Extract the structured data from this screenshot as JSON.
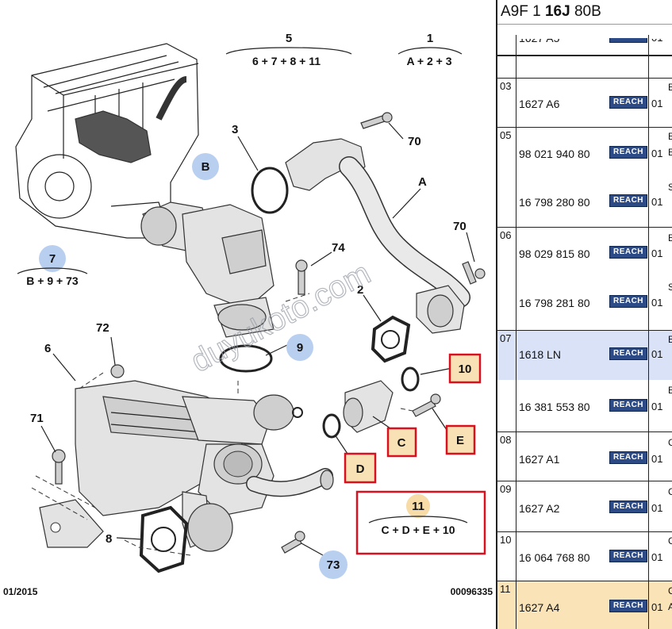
{
  "diagram": {
    "watermark": "duyukoto.com",
    "footer_date": "01/2015",
    "footer_ref": "00096335",
    "groups": [
      {
        "number": "5",
        "formula": "6 + 7 + 8 + 11"
      },
      {
        "number": "1",
        "formula": "A + 2 + 3"
      },
      {
        "number": "7",
        "formula": "B + 9 + 73"
      },
      {
        "number": "11",
        "formula": "C + D + E + 10"
      }
    ],
    "callouts": {
      "n3": "3",
      "n70a": "70",
      "nA": "A",
      "nB": "B",
      "n70b": "70",
      "n74": "74",
      "n2": "2",
      "n9": "9",
      "n72": "72",
      "n6": "6",
      "n10": "10",
      "n71": "71",
      "nC": "C",
      "nE": "E",
      "nD": "D",
      "n8": "8",
      "n73": "73"
    }
  },
  "panel": {
    "header_prefix": "A9F 1 ",
    "header_bold": "16J",
    "header_suffix": " 80B",
    "top_partial": {
      "pn": "1627 A5",
      "qty": "01"
    },
    "rows": [
      {
        "idx": "03",
        "items": [
          {
            "pn": "1627 A6",
            "qty": "01",
            "desc": "E"
          }
        ]
      },
      {
        "idx": "05",
        "items": [
          {
            "pn": "98 021 940 80",
            "qty": "01",
            "desc": "E",
            "desc2": "E"
          },
          {
            "pn": "16 798 280 80",
            "qty": "01",
            "desc": "S"
          }
        ]
      },
      {
        "idx": "06",
        "items": [
          {
            "pn": "98 029 815 80",
            "qty": "01",
            "desc": "E"
          },
          {
            "pn": "16 798 281 80",
            "qty": "01",
            "desc": "S"
          }
        ]
      },
      {
        "idx": "07",
        "items": [
          {
            "pn": "1618 LN",
            "qty": "01",
            "desc": "E"
          },
          {
            "pn": "16 381 553 80",
            "qty": "01",
            "desc": "E"
          }
        ]
      },
      {
        "idx": "08",
        "items": [
          {
            "pn": "1627 A1",
            "qty": "01",
            "desc": "C"
          }
        ]
      },
      {
        "idx": "09",
        "items": [
          {
            "pn": "1627 A2",
            "qty": "01",
            "desc": "C"
          }
        ]
      },
      {
        "idx": "10",
        "items": [
          {
            "pn": "16 064 768 80",
            "qty": "01",
            "desc": "C"
          }
        ]
      },
      {
        "idx": "11",
        "items": [
          {
            "pn": "1627 A4",
            "qty": "01",
            "desc": "C",
            "desc2": "A"
          }
        ]
      }
    ],
    "reach_label": "REACH"
  },
  "colors": {
    "callout_blue": "#b9cff0",
    "callout_orange": "#f7dca8",
    "red_frame": "#d9101f",
    "row_highlight_blue": "#d9e2f7",
    "row_highlight_orange": "#fbe3b8",
    "reach_badge": "#2b4a86"
  }
}
